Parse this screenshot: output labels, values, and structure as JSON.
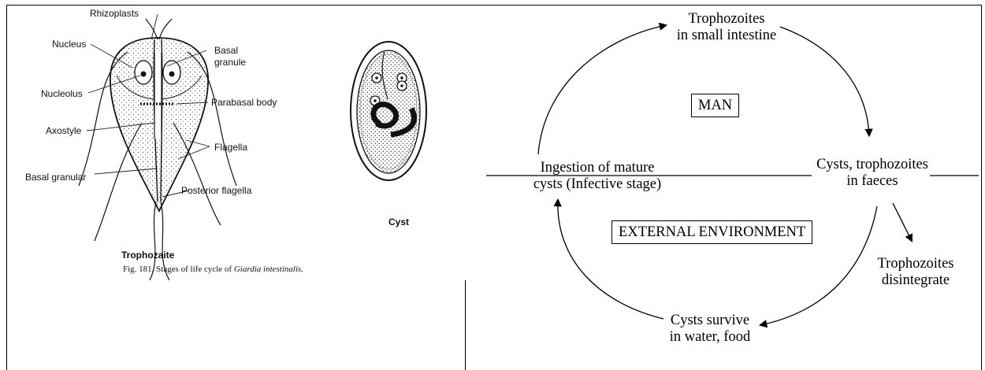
{
  "left_figure": {
    "labels": {
      "rhizoplasts": "Rhizoplasts",
      "nucleus": "Nucleus",
      "basal_granule_1": "Basal",
      "basal_granule_2": "granule",
      "nucleolus": "Nucleolus",
      "parabasal_body": "Parabasal body",
      "axostyle": "Axostyle",
      "flagella": "Flagella",
      "basal_granular": "Basal granular",
      "posterior_flagella": "Posterior flagella",
      "cyst": "Cyst",
      "trophozaite": "Trophozaite"
    },
    "caption_prefix": "Fig. 181. Stages of life cycle of ",
    "caption_italic": "Giardia intestinalis."
  },
  "right_figure": {
    "nodes": {
      "top_line1": "Trophozoites",
      "top_line2": "in small intestine",
      "right_line1": "Cysts, trophozoites",
      "right_line2": "in faeces",
      "bottom_line1": "Cysts survive",
      "bottom_line2": "in water, food",
      "left_line1": "Ingestion of mature",
      "left_line2": "cysts (Infective stage)",
      "branch_line1": "Trophozoites",
      "branch_line2": "disintegrate"
    },
    "boxes": {
      "man": "MAN",
      "external": "EXTERNAL ENVIRONMENT"
    }
  }
}
